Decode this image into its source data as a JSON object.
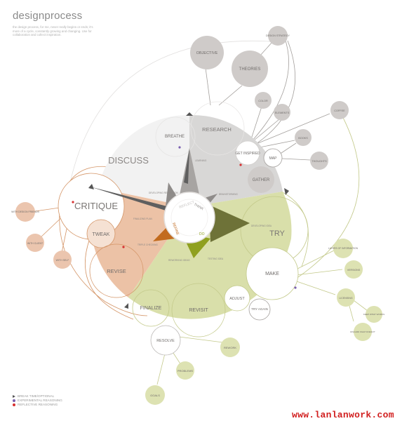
{
  "title": "designprocess",
  "subtitle": "the design process, for me, never really begins or ends; it's more of a cycle, constantly growing and changing. Use for collaboration and collect inspiration.",
  "colors": {
    "discuss_gray": "#f2f2f2",
    "research_gray": "#d8d7d6",
    "critique_peach": "#ecc2a6",
    "try_green": "#d9dfaa",
    "node_gray": "#cfcbc9",
    "node_peach": "#ebc5ae",
    "node_green": "#dde2b2",
    "dark_gray_arrow": "#6f6f6f",
    "olive_arrow": "#6e7238",
    "orange_arrow": "#c26b1e",
    "lime_arrow": "#8fa01f",
    "line_gray": "#a39f9c",
    "line_orange": "#d49567",
    "line_green": "#c3c98a"
  },
  "phases": {
    "discuss": "DISCUSS",
    "research": "RESEARCH",
    "critique": "CRITIQUE",
    "try": "TRY"
  },
  "hub": {
    "reflect": "REFLECT",
    "think": "THINK",
    "do": "DO",
    "refine": "REFINE"
  },
  "nodes": {
    "objective": "OBJECTIVE",
    "theories": "THEORIES",
    "design_strategy": "DESIGN STRATEGY",
    "color": "COLOR",
    "elements": "ELEMENTS",
    "coffee": "COFFEE",
    "books": "BOOKS",
    "thoughts": "THOUGHTS",
    "get_inspired": "GET INSPIRED",
    "map": "MAP",
    "gather": "GATHER",
    "breathe": "BREATHE",
    "tweak": "TWEAK",
    "revise": "REVISE",
    "with_design_friends": "WITH DESIGN FRIENDS",
    "with_client": "WITH CLIENT",
    "with_self": "WITH SELF",
    "make": "MAKE",
    "layers_of_information": "LAYERS OF INFORMATION",
    "versions": "VERSIONS",
    "licensing": "LICENSING",
    "keep_what_works": "KEEP WHAT WORKS",
    "discard_what_doesnt": "DISCARD WHAT DOESN'T",
    "adjust": "ADJUST",
    "try_again": "TRY AGAIN",
    "revisit": "REVISIT",
    "finalize": "FINALIZE",
    "resolve": "RESOLVE",
    "rework": "REWORK",
    "problems": "PROBLEMS",
    "goals": "GOALS"
  },
  "small_labels": {
    "learning": "LEARNING",
    "developing_reflection": "DEVELOPING REFLECTION",
    "brainstorming": "BRAINSTORMING",
    "developing_idea": "DEVELOPING IDEA",
    "finalizing_plan": "FINALIZING PLAN",
    "triple_checking": "TRIPLE CHECKING",
    "reworking_ideas": "REWORKING IDEAS",
    "testing_idea": "TESTING IDEA"
  },
  "legend": [
    {
      "label": "BREAK TIME/OPTIONAL",
      "mark": "triangle",
      "color": "#555555"
    },
    {
      "label": "EXPERIMENTAL REASONING",
      "mark": "dot",
      "color": "#7a5fb0"
    },
    {
      "label": "REFLECTIVE REASONING",
      "mark": "dot",
      "color": "#d63030"
    }
  ],
  "watermark": "www.lanlanwork.com"
}
